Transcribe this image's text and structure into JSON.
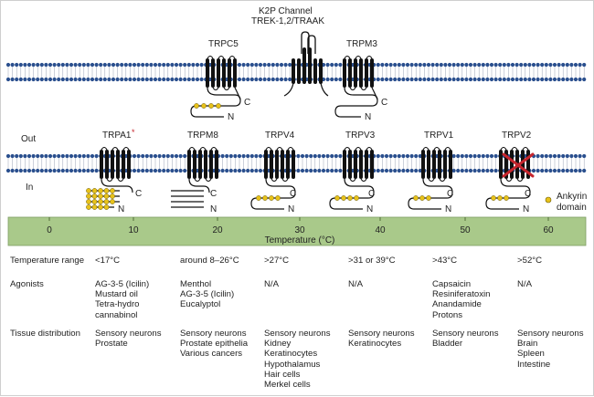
{
  "colors": {
    "bead": "#2a4f8e",
    "bead_light": "#d8dce4",
    "axis_band": "#a9c98a",
    "helix": "#111111",
    "ankyrin": "#e8c21a",
    "cross": "#c6262e"
  },
  "membrane_labels": {
    "out": "Out",
    "in": "In"
  },
  "channels_top": [
    {
      "label": "TRPC5"
    },
    {
      "label": "K2P Channel"
    },
    {
      "label": "TRPM3"
    }
  ],
  "k2p_sublabel": "TREK-1,2/TRAAK",
  "channels_bottom": [
    {
      "label": "TRPA1",
      "asterisk": "*"
    },
    {
      "label": "TRPM8"
    },
    {
      "label": "TRPV4"
    },
    {
      "label": "TRPV3"
    },
    {
      "label": "TRPV1"
    },
    {
      "label": "TRPV2"
    }
  ],
  "terminus": {
    "c": "C",
    "n": "N"
  },
  "ankyrin_legend": [
    "Ankyrin",
    "domain"
  ],
  "axis": {
    "label": "Temperature (°C)",
    "ticks": [
      "0",
      "10",
      "20",
      "30",
      "40",
      "50",
      "60"
    ]
  },
  "table": {
    "rows": [
      {
        "header": "Temperature range",
        "cells": [
          [
            "<17°C"
          ],
          [
            "around 8–26°C"
          ],
          [
            ">27°C"
          ],
          [
            ">31 or 39°C"
          ],
          [
            ">43°C"
          ],
          [
            ">52°C"
          ]
        ]
      },
      {
        "header": "Agonists",
        "cells": [
          [
            "AG-3-5 (Icilin)",
            "Mustard oil",
            "Tetra-hydro",
            "cannabinol"
          ],
          [
            "Menthol",
            "AG-3-5 (Icilin)",
            "Eucalyptol"
          ],
          [
            "N/A"
          ],
          [
            "N/A"
          ],
          [
            "Capsaicin",
            "Resiniferatoxin",
            "Anandamide",
            "Protons"
          ],
          [
            "N/A"
          ]
        ]
      },
      {
        "header": "Tissue distribution",
        "cells": [
          [
            "Sensory neurons",
            "Prostate"
          ],
          [
            "Sensory neurons",
            "Prostate epithelia",
            "Various cancers"
          ],
          [
            "Sensory neurons",
            "Kidney",
            "Keratinocytes",
            "Hypothalamus",
            "Hair cells",
            "Merkel cells"
          ],
          [
            "Sensory neurons",
            "Keratinocytes"
          ],
          [
            "Sensory neurons",
            "Bladder"
          ],
          [
            "Sensory neurons",
            "Brain",
            "Spleen",
            "Intestine"
          ]
        ]
      }
    ]
  }
}
